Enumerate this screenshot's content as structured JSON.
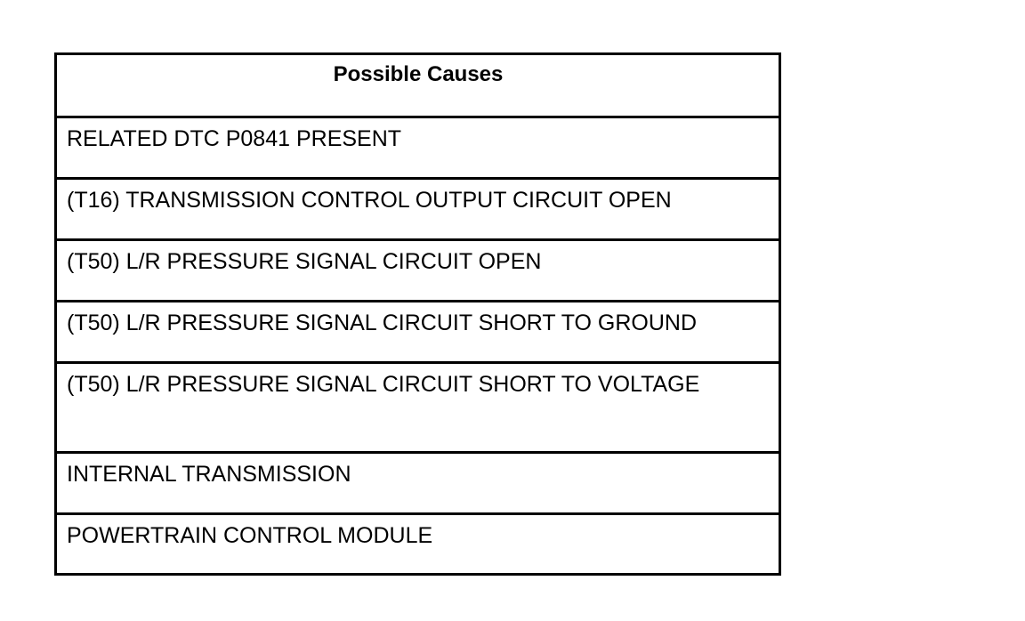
{
  "table": {
    "header": "Possible Causes",
    "rows": [
      "RELATED DTC P0841 PRESENT",
      "(T16) TRANSMISSION CONTROL OUTPUT CIRCUIT OPEN",
      "(T50) L/R PRESSURE SIGNAL CIRCUIT OPEN",
      "(T50) L/R PRESSURE SIGNAL CIRCUIT SHORT TO GROUND",
      "(T50) L/R PRESSURE SIGNAL CIRCUIT SHORT TO VOLTAGE",
      "INTERNAL TRANSMISSION",
      "POWERTRAIN CONTROL MODULE"
    ]
  }
}
